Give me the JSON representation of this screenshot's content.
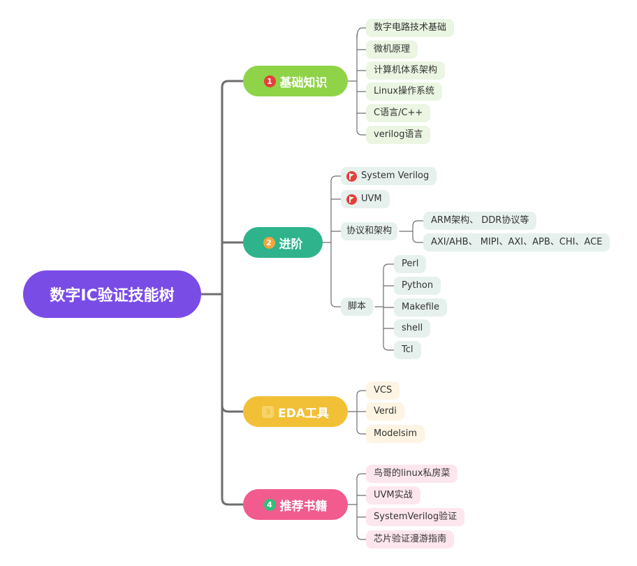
{
  "colors": {
    "root": "#7a4ce6",
    "line": "#6d6d6d",
    "basics": "#8fd348",
    "advanced": "#2fb38c",
    "eda": "#f2c037",
    "books": "#f25b8d",
    "leaf_green": "#eaf5e2",
    "leaf_mint": "#e6f1ee",
    "leaf_yellow": "#fdf4e3",
    "leaf_pink": "#fde6ee",
    "flag": "#e43f3a"
  },
  "mindmap": {
    "root": "数字IC验证技能树",
    "branches": [
      {
        "badge": "1",
        "label": "基础知识",
        "items": [
          "数字电路技术基础",
          "微机原理",
          "计算机体系架构",
          "Linux操作系统",
          "C语言/C++",
          "verilog语言"
        ]
      },
      {
        "badge": "2",
        "label": "进阶",
        "items": [
          {
            "label": "System Verilog",
            "icon": "flag-icon"
          },
          {
            "label": "UVM",
            "icon": "flag-icon"
          },
          {
            "label": "协议和架构",
            "children": [
              "ARM架构、 DDR协议等",
              "AXI/AHB、 MIPI、AXI、APB、CHI、ACE"
            ]
          },
          {
            "label": "脚本",
            "children": [
              "Perl",
              "Python",
              "Makefile",
              "shell",
              "Tcl"
            ]
          }
        ]
      },
      {
        "badge": "3",
        "label": "EDA工具",
        "items": [
          "VCS",
          "Verdi",
          "Modelsim"
        ]
      },
      {
        "badge": "4",
        "label": "推荐书籍",
        "items": [
          "鸟哥的linux私房菜",
          "UVM实战",
          "SystemVerilog验证",
          "芯片验证漫游指南"
        ]
      }
    ]
  }
}
